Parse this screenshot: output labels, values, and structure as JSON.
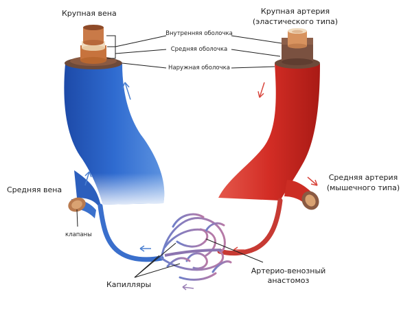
{
  "labels": {
    "large_vein": "Крупная вена",
    "large_artery": "Крупная артерия",
    "large_artery_type": "(эластического типа)",
    "inner_layer": "Внутренняя оболочка",
    "middle_layer": "Средняя оболочка",
    "outer_layer": "Наружная оболочка",
    "medium_vein": "Средняя вена",
    "medium_artery": "Средняя артерия",
    "medium_artery_type": "(мышечного типа)",
    "valves": "клапаны",
    "capillaries": "Капилляры",
    "anastomosis_line1": "Артерио-венозный",
    "anastomosis_line2": "анастомоз"
  },
  "colors": {
    "vein": "#2b63c4",
    "artery": "#d8332a",
    "capillary": "#9a7fb5",
    "inner_layer": "#f1dcc0",
    "middle_layer": "#c7733d",
    "outer_layer": "#6d4a3a"
  }
}
